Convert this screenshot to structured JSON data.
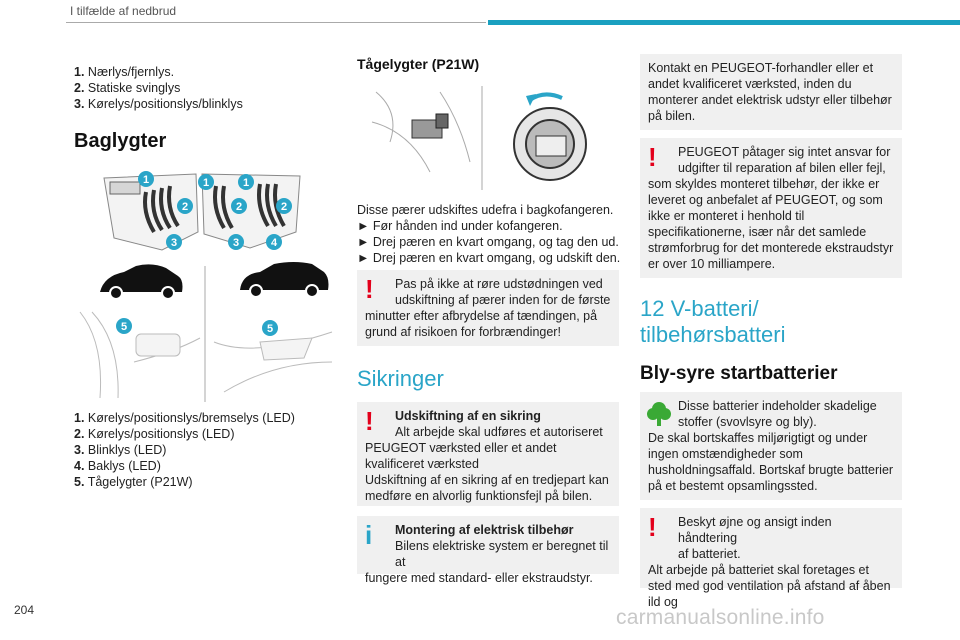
{
  "header": {
    "title": "I tilfælde af nedbrud"
  },
  "page_number": "204",
  "watermark": "carmanualsonline.info",
  "col1": {
    "list1": [
      {
        "num": "1.",
        "text": "Nærlys/fjernlys."
      },
      {
        "num": "2.",
        "text": "Statiske svinglys"
      },
      {
        "num": "3.",
        "text": "Kørelys/positionslys/blinklys"
      }
    ],
    "heading": "Baglygter",
    "badges_top": [
      "1",
      "1",
      "1",
      "2",
      "2",
      "2",
      "3",
      "3",
      "4"
    ],
    "badges_bottom": [
      "5",
      "5"
    ],
    "list2": [
      {
        "num": "1.",
        "text": "Kørelys/positionslys/bremselys (LED)"
      },
      {
        "num": "2.",
        "text": "Kørelys/positionslys (LED)"
      },
      {
        "num": "3.",
        "text": "Blinklys (LED)"
      },
      {
        "num": "4.",
        "text": "Baklys (LED)"
      },
      {
        "num": "5.",
        "text": "Tågelygter (P21W)"
      }
    ]
  },
  "col2": {
    "heading": "Tågelygter (P21W)",
    "intro": "Disse pærer udskiftes udefra i bagkofangeren.",
    "steps": [
      "► Før hånden ind under kofangeren.",
      "► Drej pæren en kvart omgang, og tag den ud.",
      "► Drej pæren en kvart omgang, og udskift den."
    ],
    "warning1": {
      "first": "Pas på ikke at røre udstødningen ved",
      "second": "udskiftning af pærer inden for de første",
      "rest": "minutter efter afbrydelse af tændingen, på grund af risikoen for forbrændinger!"
    },
    "heading2": "Sikringer",
    "warning2": {
      "title": "Udskiftning af en sikring",
      "line1": "Alt arbejde skal udføres et autoriseret",
      "rest1": "PEUGEOT værksted eller et andet kvalificeret værksted",
      "rest2": "Udskiftning af en sikring af en tredjepart kan medføre en alvorlig funktionsfejl på bilen."
    },
    "info1": {
      "title": "Montering af elektrisk tilbehør",
      "line1": "Bilens elektriske system er beregnet til at",
      "rest": "fungere med standard- eller ekstraudstyr."
    }
  },
  "col3": {
    "box1": "Kontakt en PEUGEOT-forhandler eller et andet kvalificeret værksted, inden du monterer andet elektrisk udstyr eller tilbehør på bilen.",
    "warning3": {
      "first": "PEUGEOT påtager sig intet ansvar for",
      "second": "udgifter til reparation af bilen eller fejl,",
      "rest": "som skyldes monteret tilbehør, der ikke er leveret og anbefalet af PEUGEOT, og som ikke er monteret i henhold til specifikationerne, især når det samlede strømforbrug for det monterede ekstraudstyr er over 10 milliampere."
    },
    "heading_line1": "12 V-batteri/",
    "heading_line2": "tilbehørsbatteri",
    "subheading": "Bly-syre startbatterier",
    "eco": {
      "first": "Disse batterier indeholder skadelige",
      "second": "stoffer (svovlsyre og bly).",
      "rest": "De skal bortskaffes miljørigtigt og under ingen omstændigheder som husholdningsaffald. Bortskaf brugte batterier på et bestemt opsamlingssted."
    },
    "warning4": {
      "first": "Beskyt øjne og ansigt inden håndtering",
      "second": "af batteriet.",
      "rest": "Alt arbejde på batteriet skal foretages et sted med god ventilation på afstand af åben ild og"
    }
  },
  "colors": {
    "accent": "#2aa5c8",
    "warning": "#e3001b",
    "eco": "#3aa935",
    "header_bar": "#1aa0c0"
  }
}
